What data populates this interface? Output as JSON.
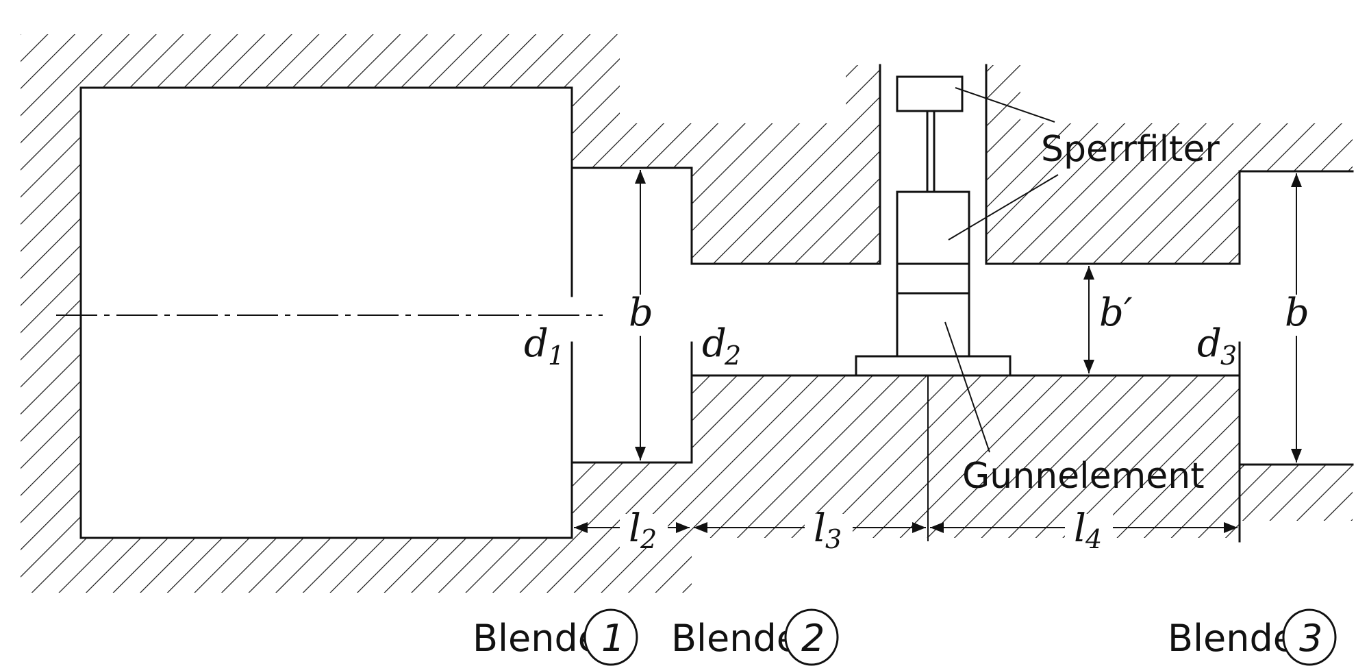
{
  "labels": {
    "sperrfilter": "Sperrfilter",
    "gunnelement": "Gunnelement",
    "b_left": "b",
    "b_prime": "b′",
    "b_right": "b",
    "d1": "d",
    "d1_sub": "1",
    "d2": "d",
    "d2_sub": "2",
    "d3": "d",
    "d3_sub": "3",
    "l2": "l",
    "l2_sub": "2",
    "l3": "l",
    "l3_sub": "3",
    "l4": "l",
    "l4_sub": "4"
  },
  "blenden": [
    {
      "word": "Blende",
      "num": "1"
    },
    {
      "word": "Blende",
      "num": "2"
    },
    {
      "word": "Blende",
      "num": "3"
    }
  ]
}
